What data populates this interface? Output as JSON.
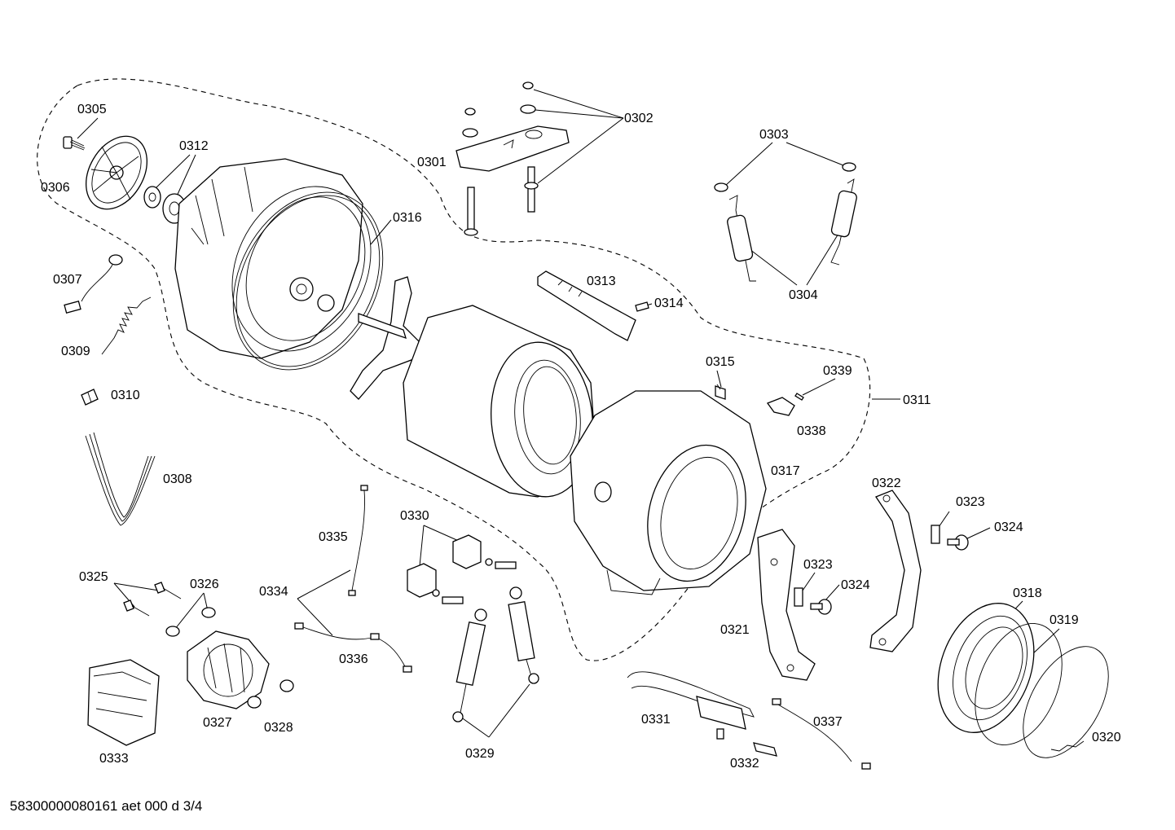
{
  "labels": {
    "p0301": "0301",
    "p0302": "0302",
    "p0303": "0303",
    "p0304": "0304",
    "p0305": "0305",
    "p0306": "0306",
    "p0307": "0307",
    "p0308": "0308",
    "p0309": "0309",
    "p0310": "0310",
    "p0311": "0311",
    "p0312": "0312",
    "p0313": "0313",
    "p0314": "0314",
    "p0315": "0315",
    "p0316": "0316",
    "p0317": "0317",
    "p0318": "0318",
    "p0319": "0319",
    "p0320": "0320",
    "p0321": "0321",
    "p0322": "0322",
    "p0323a": "0323",
    "p0323b": "0323",
    "p0324a": "0324",
    "p0324b": "0324",
    "p0325": "0325",
    "p0326": "0326",
    "p0327": "0327",
    "p0328": "0328",
    "p0329": "0329",
    "p0330": "0330",
    "p0331": "0331",
    "p0332": "0332",
    "p0333": "0333",
    "p0334": "0334",
    "p0335": "0335",
    "p0336": "0336",
    "p0337": "0337",
    "p0338": "0338",
    "p0339": "0339"
  },
  "footer": "58300000080161 aet 000 d 3/4"
}
